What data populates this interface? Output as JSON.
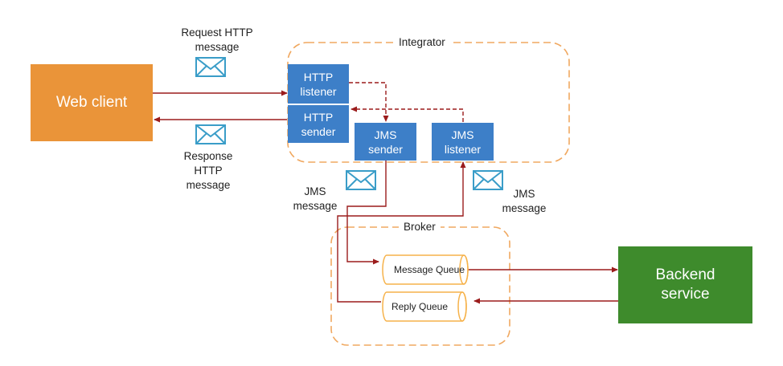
{
  "groups": {
    "integrator": "Integrator",
    "broker": "Broker"
  },
  "nodes": {
    "web_client": "Web client",
    "http_listener": "HTTP\nlistener",
    "http_sender": "HTTP\nsender",
    "jms_sender": "JMS\nsender",
    "jms_listener": "JMS\nlistener",
    "backend_service": "Backend\nservice",
    "message_queue": "Message Queue",
    "reply_queue": "Reply Queue"
  },
  "labels": {
    "request": "Request HTTP\nmessage",
    "response": "Response\nHTTP\nmessage",
    "jms_left": "JMS\nmessage",
    "jms_right": "JMS\nmessage"
  },
  "icons": {
    "envelope": "envelope-icon"
  },
  "colors": {
    "web_client": "#ea9439",
    "component": "#3d7fc8",
    "backend": "#3e8b2c",
    "arrow": "#9b1c1c",
    "group_border": "#f0a860",
    "queue": "#f6b24a",
    "envelope": "#3a9dc8"
  }
}
